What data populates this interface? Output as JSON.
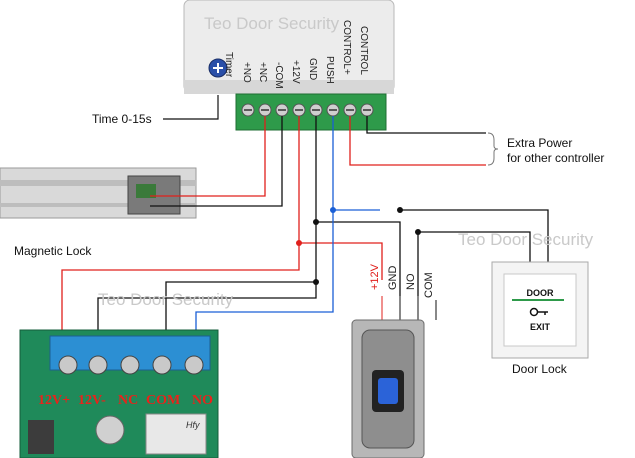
{
  "watermark": "Teo Door Security",
  "controller": {
    "timer_label": "Timer",
    "terminals": [
      "+NO",
      "+NC",
      "-COM",
      "+12V",
      "GND",
      "PUSH",
      "CONTROL+",
      "CONTROL"
    ]
  },
  "labels": {
    "timer": "Time 0-15s",
    "extra_power_line1": "Extra Power",
    "extra_power_line2": "for other controller",
    "magnetic_lock": "Magnetic Lock",
    "door_lock": "Door Lock"
  },
  "exit_button": {
    "top": "DOOR",
    "bottom": "EXIT"
  },
  "reader_pins": [
    "+12V",
    "GND",
    "NO",
    "COM"
  ],
  "relay": {
    "terminals": [
      "12V+",
      "12V-",
      "NC",
      "COM",
      "NO"
    ],
    "chip_text": "Hfy"
  },
  "colors": {
    "wire_red": "#e0201c",
    "wire_black": "#111111",
    "wire_blue": "#1a5fd6",
    "terminal_green": "#2e9a4a",
    "terminal_blue": "#2c8fd3"
  }
}
